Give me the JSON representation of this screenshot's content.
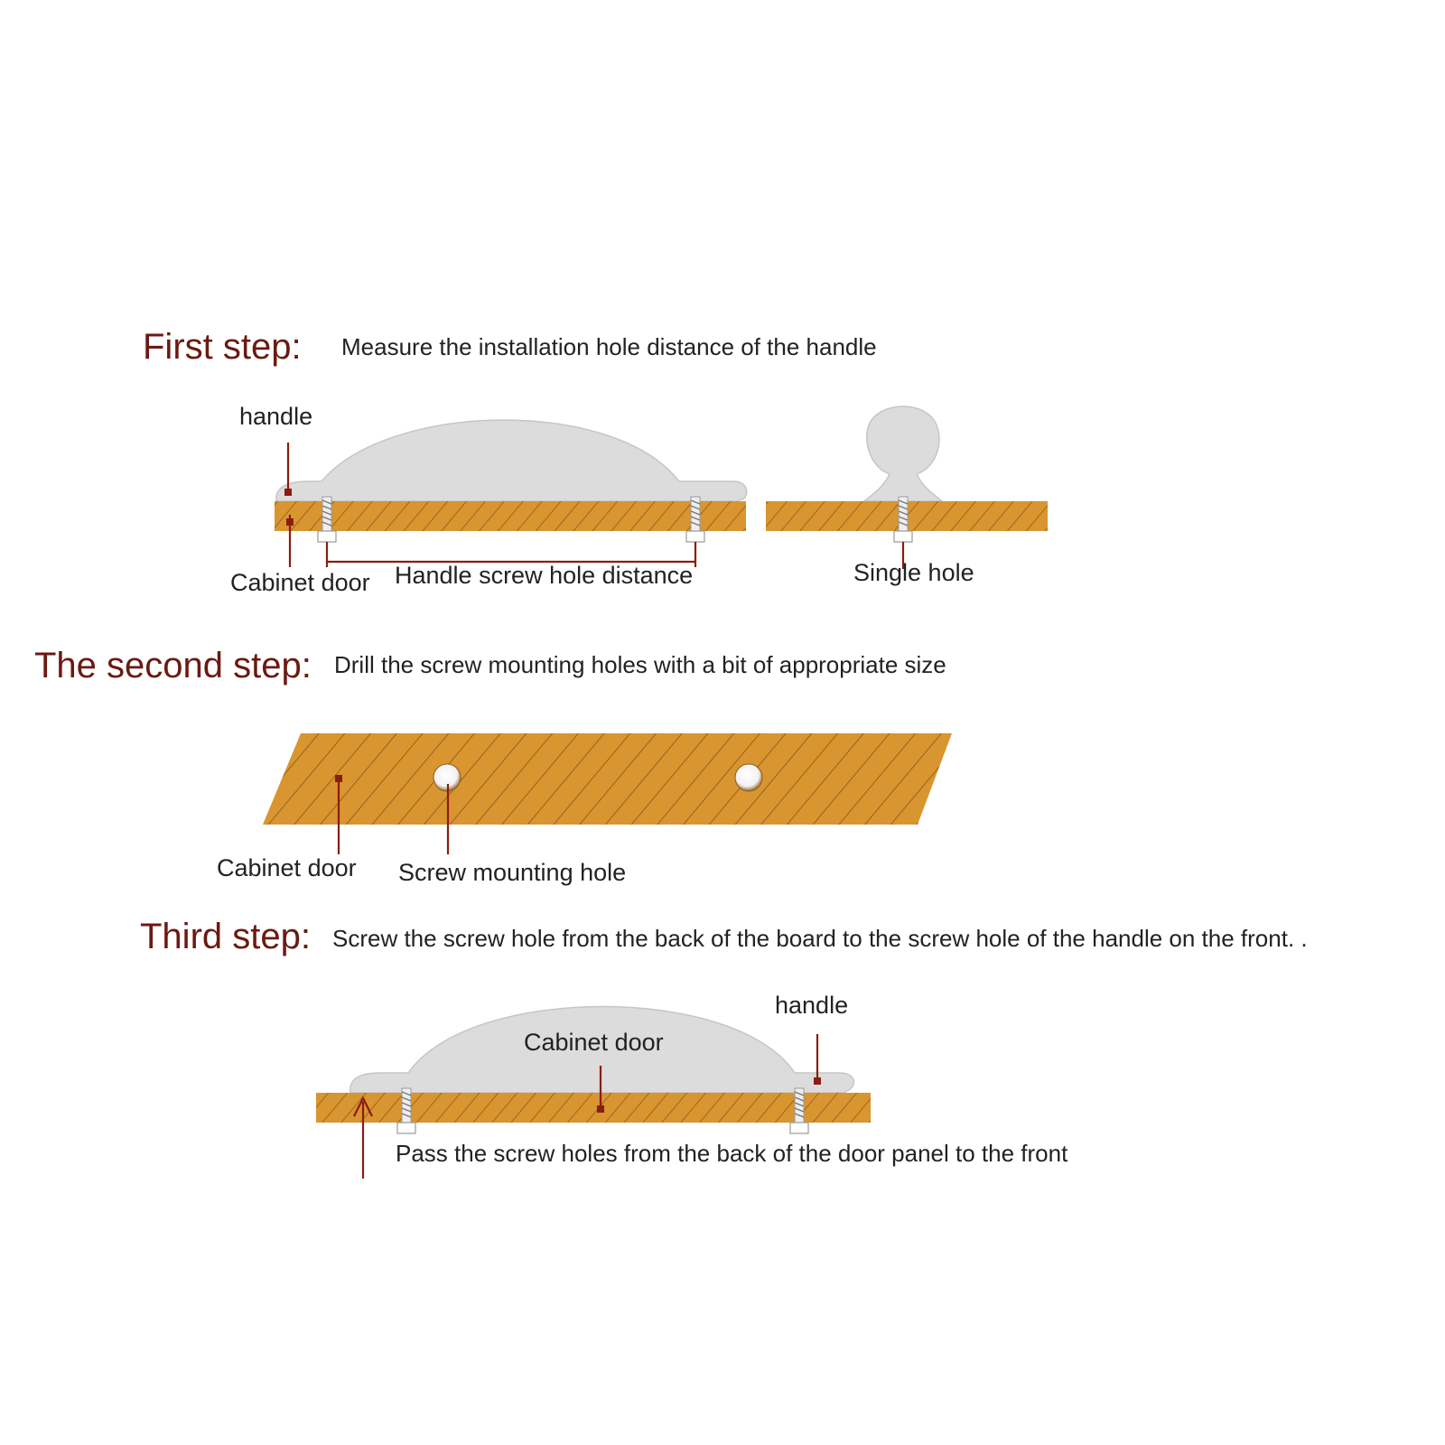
{
  "colors": {
    "wood": "#d9952f",
    "wood_hatch": "#8c5c22",
    "title": "#6b1a12",
    "leader": "#8a1d12",
    "handle": "#dcdcdc",
    "text": "#222222"
  },
  "steps": [
    {
      "title": "First step:",
      "description": "Measure the installation hole distance of the handle",
      "labels": {
        "handle": "handle",
        "cabinet_door": "Cabinet door",
        "screw_distance": "Handle screw hole distance",
        "single_hole": "Single hole"
      }
    },
    {
      "title": "The second step:",
      "description": "Drill the screw mounting holes with a bit of appropriate size",
      "labels": {
        "cabinet_door": "Cabinet door",
        "mounting_hole": "Screw mounting hole"
      }
    },
    {
      "title": "Third step:",
      "description": "Screw the screw hole from the back of the board to the screw hole of the handle on the front. .",
      "labels": {
        "handle": "handle",
        "cabinet_door": "Cabinet door",
        "pass_through": "Pass the screw holes from the back of the door panel to the front"
      }
    }
  ],
  "icons": [
    "bow-handle-icon",
    "knob-handle-icon",
    "screw-icon",
    "drill-hole-icon"
  ]
}
